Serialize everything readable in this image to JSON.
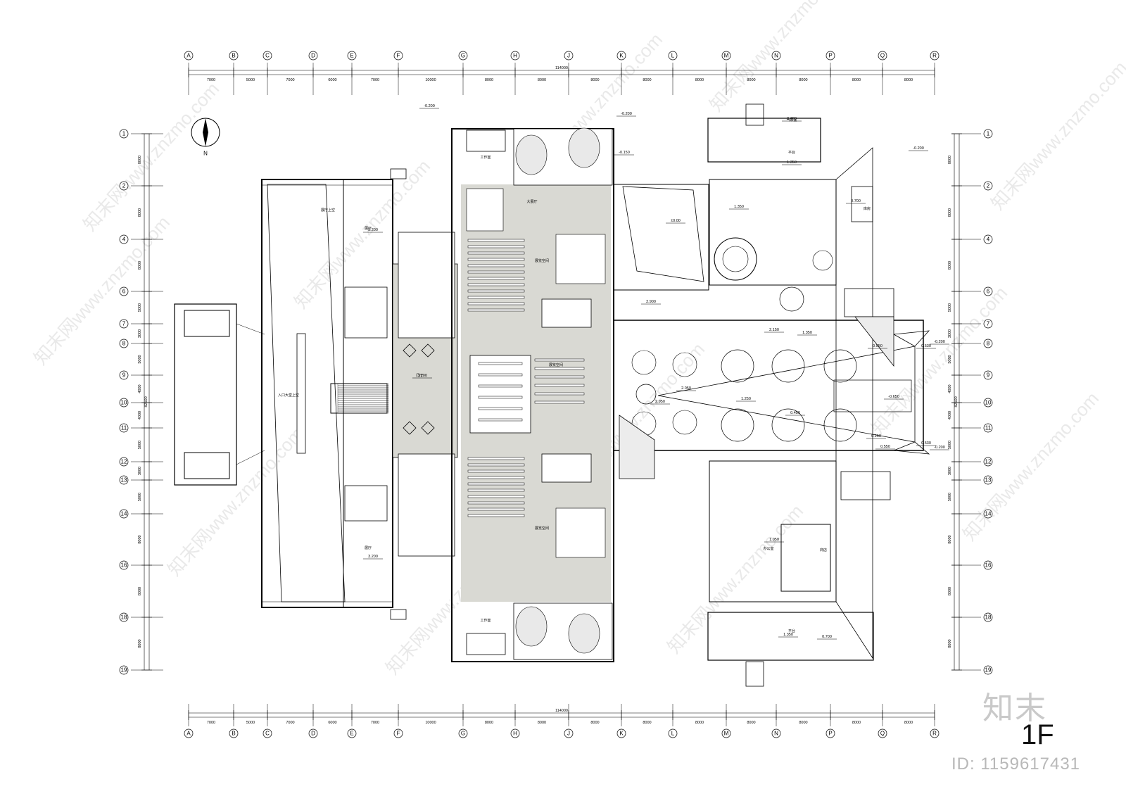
{
  "floor_label": "1F",
  "watermark_logo": "知末",
  "watermark_id": "ID: 1159617431",
  "watermark_text": "知末网www.znzmo.com",
  "compass_label": "N",
  "column_axes": [
    "A",
    "B",
    "C",
    "D",
    "E",
    "F",
    "G",
    "H",
    "J",
    "K",
    "L",
    "M",
    "N",
    "P",
    "Q",
    "R"
  ],
  "row_axes": [
    "1",
    "2",
    "4",
    "6",
    "7",
    "8",
    "9",
    "10",
    "11",
    "12",
    "13",
    "14",
    "16",
    "18",
    "19"
  ],
  "column_spacings": [
    "7000",
    "5000",
    "7000",
    "6000",
    "7000",
    "10000",
    "8000",
    "8000",
    "8000",
    "8000",
    "8000",
    "8000",
    "8000",
    "8000",
    "8000"
  ],
  "row_spacings": [
    "8000",
    "8000",
    "8000",
    "5000",
    "3000",
    "5000",
    "4000",
    "4000",
    "5000",
    "3000",
    "5000",
    "8000",
    "8000",
    "8000"
  ],
  "total_width": "114000",
  "total_depth": "82500",
  "elevations": [
    "-0.200",
    "-0.200",
    "-0.150",
    "-0.200",
    "±0.00",
    "3.200",
    "3.200",
    "3.200",
    "2.900",
    "2.150",
    "1.350",
    "2.050",
    "2.950",
    "1.250",
    "0.450",
    "0.550",
    "0.530",
    "-0.200",
    "0.250",
    "0.550",
    "0.530",
    "-0.200",
    "-0.650",
    "1.350",
    "0.700",
    "1.350",
    "0.700",
    "0.700",
    "1.350",
    "1.050"
  ],
  "rooms": [
    "入口大堂上空",
    "展厅上空",
    "展厅",
    "展厅",
    "大展厅",
    "门厅",
    "工作室",
    "工作室",
    "展览空间",
    "展览空间",
    "展览空间",
    "平台",
    "气象室",
    "平台",
    "库房",
    "商店",
    "办公室"
  ]
}
